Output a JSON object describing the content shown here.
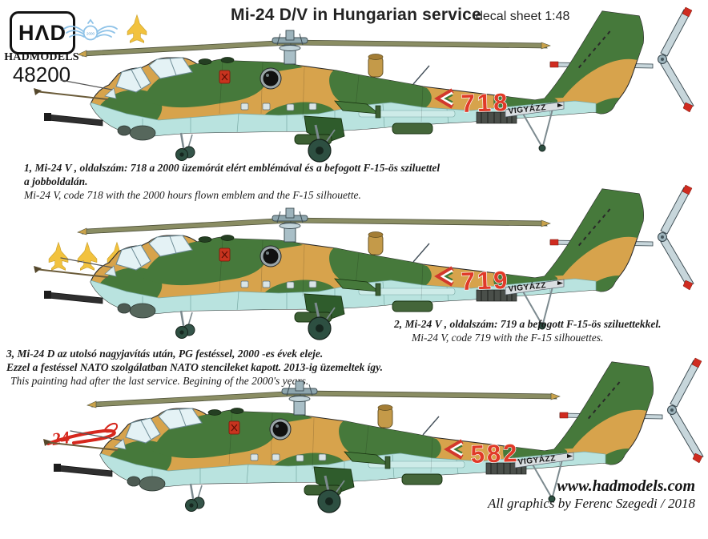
{
  "document": {
    "brand": {
      "logo": "HΛD",
      "name": "HADMODELS",
      "product_code": "48200"
    },
    "title": "Mi-24 D/V in Hungarian service",
    "scale_note": "decal sheet 1:48",
    "footer": {
      "website": "www.hadmodels.com",
      "credit": "All graphics by Ferenc Szegedi  / 2018"
    }
  },
  "emblems": {
    "hours_badge_value": "2000",
    "mi24_logo_number": "24"
  },
  "helicopters": [
    {
      "code": "718",
      "boom_stencil": "VIGYÁZZ"
    },
    {
      "code": "719",
      "boom_stencil": "VIGYÁZZ"
    },
    {
      "code": "582",
      "boom_stencil": "VIGYÁZZ"
    }
  ],
  "notes": [
    {
      "hu": [
        "1, Mi-24 V , oldalszám: 718  a 2000 üzemórát elért emblémával és a befogott F-15-ös sziluettel",
        "a jobboldalán."
      ],
      "en": "Mi-24 V, code 718 with the 2000 hours flown emblem and the F-15 silhouette."
    },
    {
      "hu": [
        "2, Mi-24 V , oldalszám: 719  a befogott F-15-ös sziluettekkel."
      ],
      "en": "Mi-24 V, code 719 with the F-15 silhouettes."
    },
    {
      "hu": [
        "3, Mi-24 D az utolsó nagyjavítás után, PG festéssel, 2000 -es évek eleje.",
        "Ezzel a festéssel NATO szolgálatban NATO stencileket kapott. 2013-ig üzemeltek így."
      ],
      "en": "This painting had after the last service. Begining of the 2000's years."
    }
  ],
  "colors": {
    "camo_green": "#46793b",
    "camo_green_dark": "#2f5c2c",
    "camo_tan": "#d7a34c",
    "belly_blue": "#b9e3df",
    "code_red": "#e03a28",
    "rotor_olive": "#8a8d63"
  }
}
